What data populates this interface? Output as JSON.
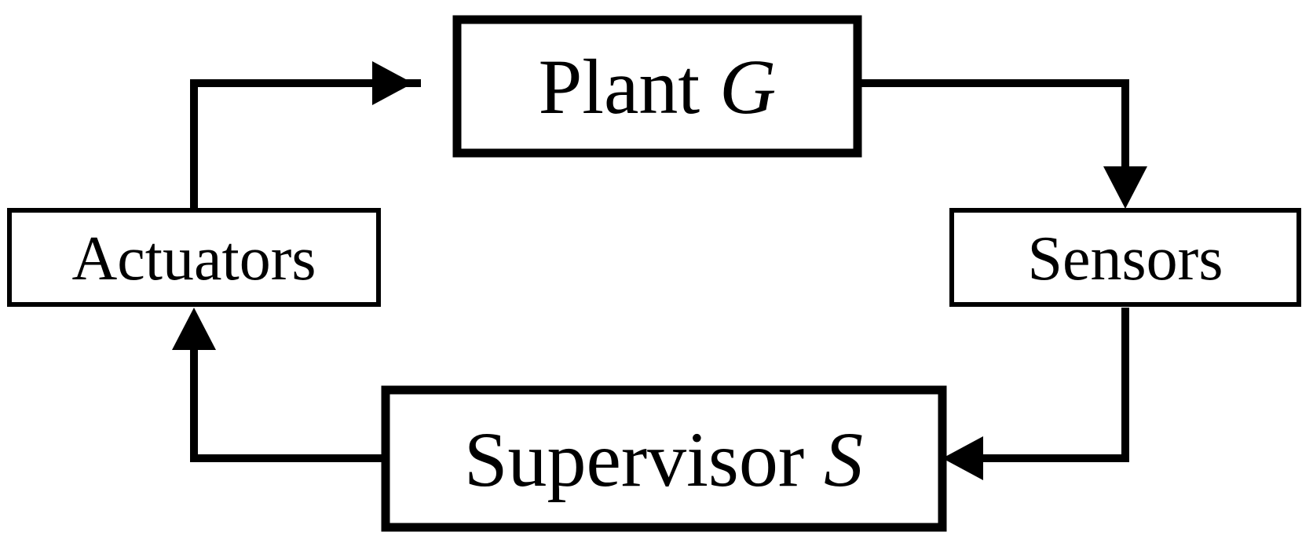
{
  "blocks": {
    "plant": {
      "label": "Plant ",
      "symbol": "G"
    },
    "sensors": {
      "label": "Sensors"
    },
    "supervisor": {
      "label": "Supervisor ",
      "symbol": "S"
    },
    "actuators": {
      "label": "Actuators"
    }
  },
  "colors": {
    "stroke": "#000000",
    "background": "#ffffff"
  }
}
